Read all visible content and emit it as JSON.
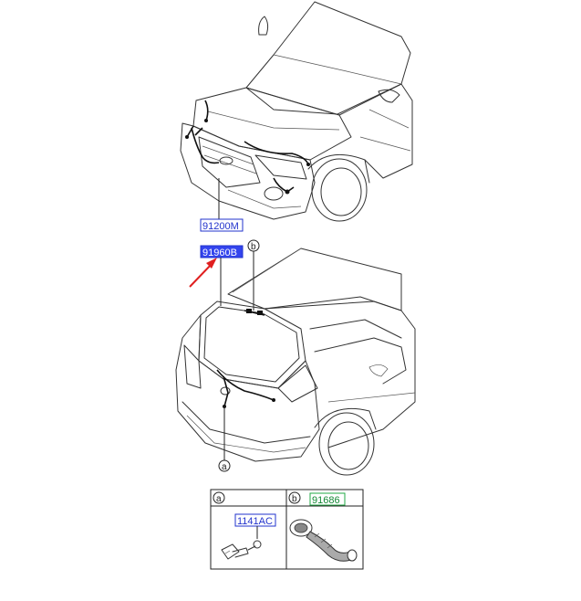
{
  "callouts": {
    "front_harness": {
      "part_no": "91200M"
    },
    "tailgate_harness": {
      "part_no": "91960B",
      "selected": true
    },
    "marker_a": {
      "letter": "a"
    },
    "marker_b": {
      "letter": "b"
    }
  },
  "detail_table": {
    "cell_a": {
      "marker": "a",
      "part_no": "1141AC"
    },
    "cell_b": {
      "marker": "b",
      "part_no": "91686"
    }
  },
  "colors": {
    "label_blue": "#2233cc",
    "selected_fill": "#3344ee",
    "arrow_red": "#e02020",
    "label_green": "#118833"
  }
}
